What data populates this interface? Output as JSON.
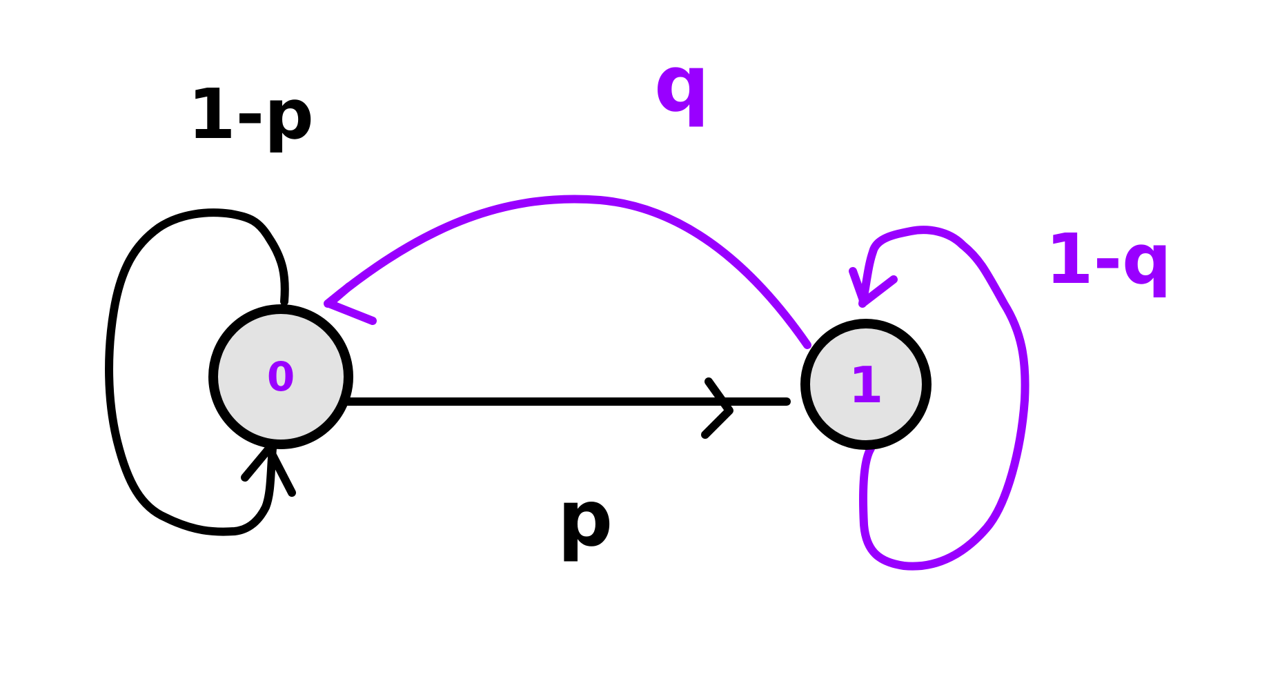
{
  "diagram": {
    "states": [
      {
        "id": "state-0",
        "label": "0"
      },
      {
        "id": "state-1",
        "label": "1"
      }
    ],
    "transitions": [
      {
        "from": "0",
        "to": "0",
        "label": "1-p"
      },
      {
        "from": "0",
        "to": "1",
        "label": "p"
      },
      {
        "from": "1",
        "to": "0",
        "label": "q"
      },
      {
        "from": "1",
        "to": "1",
        "label": "1-q"
      }
    ]
  },
  "colors": {
    "ink": "#000000",
    "accent": "#9900ff",
    "state_fill": "#e3e3e3",
    "background": "#ffffff"
  }
}
